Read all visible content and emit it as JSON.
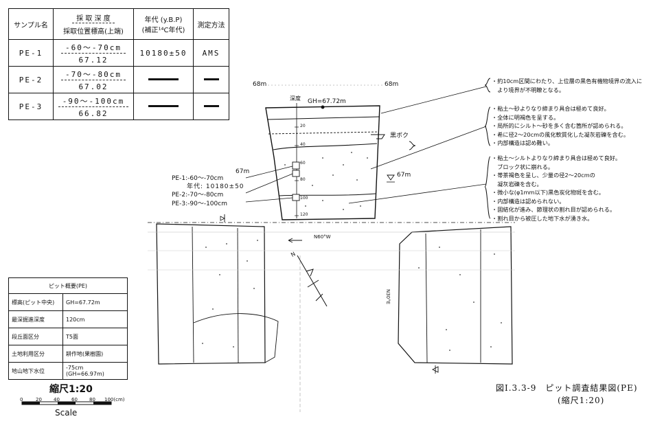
{
  "sample_table": {
    "headers": {
      "sample": "サンプル名",
      "depth_top": "採 取 深 度",
      "depth_bottom": "採取位置標高(上端)",
      "age_top": "年代 (y.B.P)",
      "age_bottom": "(補正¹⁴C年代)",
      "method": "測定方法"
    },
    "rows": [
      {
        "name": "PE-1",
        "depth": "-60～-70cm",
        "elevation": "67.12",
        "age": "10180±50",
        "method": "AMS"
      },
      {
        "name": "PE-2",
        "depth": "-70～-80cm",
        "elevation": "67.02",
        "age": "",
        "method": ""
      },
      {
        "name": "PE-3",
        "depth": "-90～-100cm",
        "elevation": "66.82",
        "age": "",
        "method": ""
      }
    ]
  },
  "pit_summary": {
    "title": "ピット概要(PE)",
    "rows": [
      {
        "label": "標高(ピット中央)",
        "value": "GH=67.72m"
      },
      {
        "label": "最深掘進深度",
        "value": "120cm"
      },
      {
        "label": "段丘面区分",
        "value": "T5面"
      },
      {
        "label": "土地利用区分",
        "value": "耕作地(果樹園)"
      },
      {
        "label": "地山地下水位",
        "value": "-75cm",
        "value2": "(GH=66.97m)"
      }
    ]
  },
  "scale": {
    "title": "縮尺1:20",
    "ticks": [
      "0",
      "20",
      "40",
      "60",
      "80",
      "100(cm)"
    ],
    "label": "Scale"
  },
  "caption": {
    "line1": "図I.3.3-9　ピット調査結果図(PE)",
    "line2": "(縮尺1:20)"
  },
  "section": {
    "contour_left_68": "68m",
    "contour_right_68": "68m",
    "contour_67": "67m",
    "water_67": "67m",
    "depth_label": "深度",
    "gh": "GH=67.72m",
    "kuroboku": "黒ボク",
    "depth_ticks": [
      "20",
      "40",
      "60",
      "80",
      "100",
      "120"
    ],
    "samples": [
      "PE-1:-60～-70cm",
      "年代: 10180±50",
      "PE-2:-70～-80cm",
      "PE-3:-90～-100cm"
    ]
  },
  "plan": {
    "direction_label": "N60°W",
    "direction_vertical": "N30°E",
    "north": "N"
  },
  "notes": {
    "group1": [
      "・約10cm区間にわたり、上位層の黒色有機物境界の流入に",
      "　より境界が不明瞭となる。"
    ],
    "group2": [
      "・粘土～砂よりなり締まり具合は極めて良好。",
      "・全体に明褐色を呈する。",
      "・局所的にシルト～砂を多く含む箇所が認められる。",
      "・希に径2～20cmの風化軟質化した凝灰岩礫を含む。",
      "・内部構造は認め難い。"
    ],
    "group3": [
      "・粘土～シルトよりなり締まり具合は極めて良好。",
      "　ブロック状に崩れる。",
      "・帯茶褐色を呈し、少量の径2～20cmの",
      "　凝灰岩礫を含む。",
      "・微小な(φ1mm以下)黒色炭化物斑を含む。",
      "・内部構造は認められない。",
      "・固結化が進み、節理状の割れ目が認められる。",
      "・割れ目から被圧した地下水が湧き水。"
    ]
  }
}
